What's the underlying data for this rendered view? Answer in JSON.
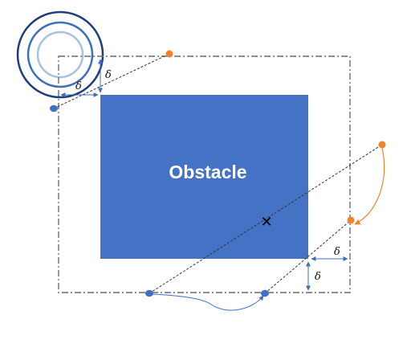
{
  "obstacle": {
    "label": "Obstacle",
    "fill_color": "#4472c4"
  },
  "safety_margin": {
    "symbol": "δ",
    "labels": [
      "δ",
      "δ",
      "δ",
      "δ"
    ]
  },
  "colors": {
    "blue_point": "#3f6fc6",
    "orange_point": "#ee8430",
    "boundary": "#6b6b6b"
  },
  "icons": {
    "blocked_intersection": "x-mark-icon",
    "sensor_range": "concentric-rings-icon"
  }
}
